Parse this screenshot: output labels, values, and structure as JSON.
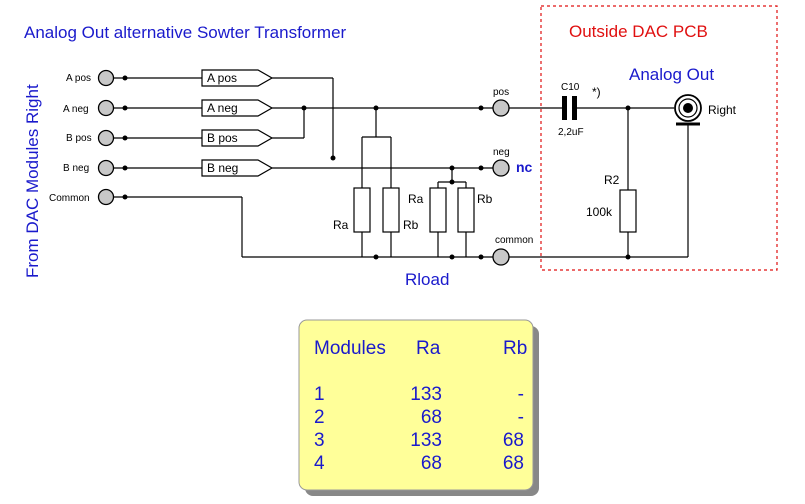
{
  "title": "Analog Out alternative Sowter Transformer",
  "side_label": "From  DAC Modules Right",
  "outside_label": "Outside DAC PCB",
  "analog_out_label": "Analog Out",
  "right_label": "Right",
  "inputs": [
    "A pos",
    "A neg",
    "B pos",
    "B neg",
    "Common"
  ],
  "buffers": [
    "A pos",
    "A neg",
    "B pos",
    "B neg"
  ],
  "outputs": {
    "pos": "pos",
    "neg": "neg",
    "nc": "nc",
    "common": "common"
  },
  "cap": {
    "name": "C10",
    "value": "2,2uF",
    "note": "*)"
  },
  "r2": {
    "name": "R2",
    "value": "100k"
  },
  "resistors": {
    "ra1": "Ra",
    "rb1": "Rb",
    "ra2": "Ra",
    "rb2": "Rb"
  },
  "rload_label": "Rload",
  "table": {
    "headers": [
      "Modules",
      "Ra",
      "Rb"
    ],
    "rows": [
      [
        "1",
        "133",
        "-"
      ],
      [
        "2",
        "68",
        "-"
      ],
      [
        "3",
        "133",
        "68"
      ],
      [
        "4",
        "68",
        "68"
      ]
    ]
  },
  "colors": {
    "blue": "#1a1acc",
    "red": "#e01010",
    "table_bg": "#ffff99"
  }
}
